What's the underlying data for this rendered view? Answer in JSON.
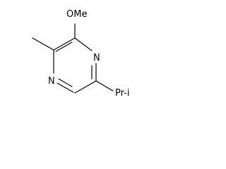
{
  "molecule": {
    "labels": {
      "methoxy": "OMe",
      "ring_n_upper": "N",
      "ring_n_lower": "N",
      "isopropyl": "Pr-i"
    }
  }
}
